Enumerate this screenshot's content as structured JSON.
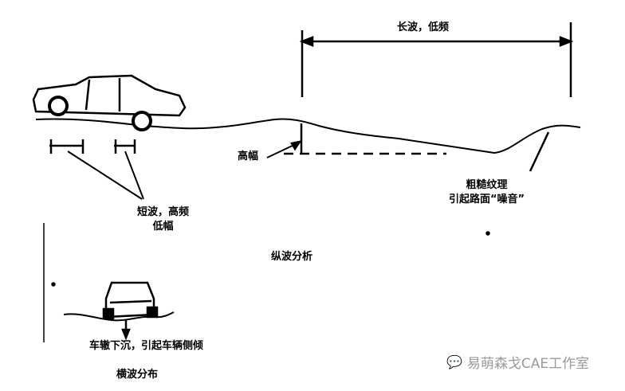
{
  "long_wave_label": "长波，低频",
  "amplitude_label": "高幅",
  "short_wave_label_line1": "短波，高频",
  "short_wave_label_line2": "低幅",
  "texture_label_line1": "粗糙纹理",
  "texture_label_line2": "引起路面“噪音”",
  "longitudinal_title": "纵波分析",
  "rut_label": "车辙下沉，引起车辆侧倾",
  "transverse_title": "横波分布",
  "watermark": "易萌森戈CAE工作室"
}
